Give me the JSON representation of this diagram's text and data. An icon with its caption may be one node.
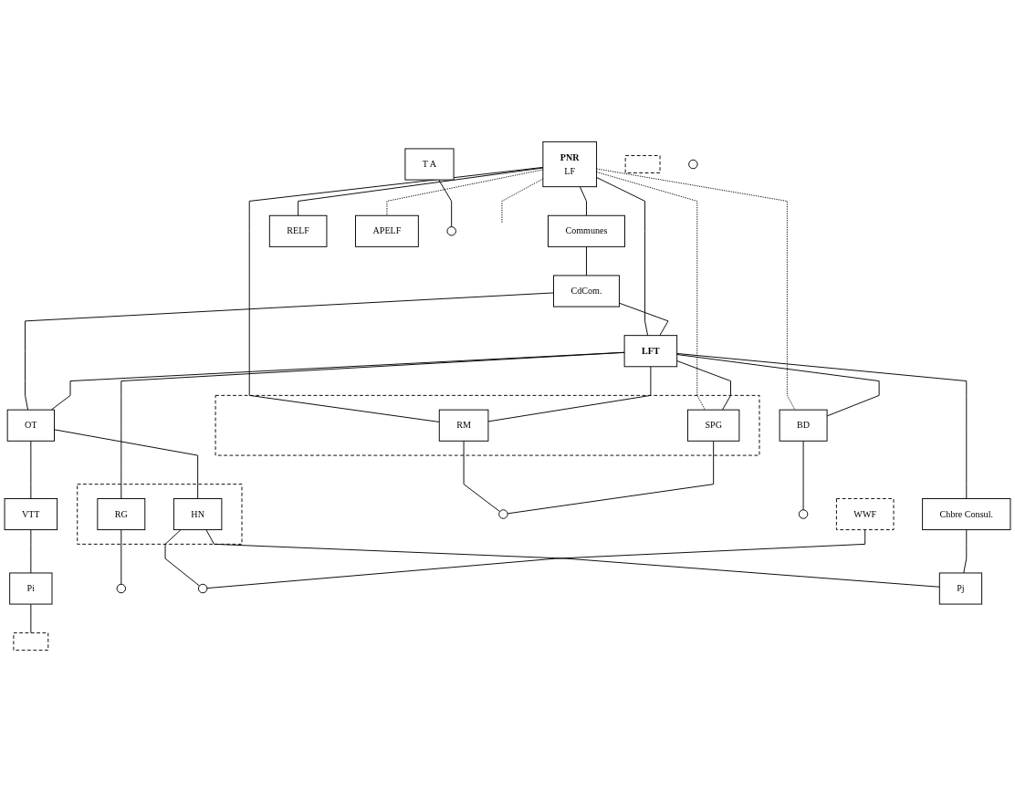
{
  "diagram": {
    "nodes": [
      {
        "text": [
          "PNR",
          "LF"
        ]
      },
      {
        "text": [
          "Communes"
        ]
      },
      {
        "text": [
          "CdCom."
        ]
      },
      {
        "text": [
          "RELF"
        ]
      },
      {
        "text": [
          "LFT"
        ]
      },
      {
        "text": [],
        "shape": "box"
      },
      {
        "text": [
          "RM"
        ],
        "in": 5
      },
      {
        "text": [
          "SPG"
        ],
        "in": 5
      },
      {
        "text": [
          "OT"
        ]
      },
      {
        "text": [
          "APELF"
        ]
      },
      {
        "text": [
          "T A"
        ]
      },
      {
        "text": [
          "BD"
        ]
      },
      {
        "text": [
          "VTT"
        ]
      },
      {
        "text": [],
        "shape": "box"
      },
      {
        "text": [
          "RG"
        ],
        "in": 13
      },
      {
        "text": [
          "HN"
        ],
        "in": 13
      },
      {
        "text": [
          "Chbre Consul."
        ]
      },
      {
        "text": [],
        "shape": "circle"
      },
      {
        "text": [],
        "shape": "circle"
      },
      {
        "text": [],
        "shape": "circle"
      },
      {
        "text": [
          "Pi"
        ]
      },
      {
        "text": [],
        "shape": "box"
      },
      {
        "text": [],
        "shape": "box"
      },
      {
        "text": [
          "WWF"
        ]
      },
      {
        "text": [],
        "shape": "circle"
      },
      {
        "text": [],
        "shape": "circle"
      },
      {
        "text": [],
        "shape": "circle"
      },
      {
        "text": [
          "Pj"
        ]
      }
    ],
    "edges": [
      {
        "from": 0,
        "to": 1,
        "arrow": "none"
      },
      {
        "from": 1,
        "to": 2,
        "arrow": "none"
      },
      {
        "from": 0,
        "to": 3,
        "arrow": "none"
      },
      {
        "from": 0,
        "to": 4,
        "arrow": "none"
      },
      {
        "from": 0,
        "to": 6,
        "arrow": "none"
      },
      {
        "from": 0,
        "to": 7,
        "arrow": "none",
        "style": "dashed"
      },
      {
        "from": 0,
        "to": 9,
        "arrow": "none",
        "style": "dashed"
      },
      {
        "from": 0,
        "to": 11,
        "arrow": "none",
        "style": "dashed"
      },
      {
        "from": 0,
        "to": null,
        "arrow": "none",
        "style": "dashed"
      },
      {
        "from": 2,
        "to": 4,
        "arrow": "none"
      },
      {
        "from": 2,
        "to": 8,
        "arrow": "none"
      },
      {
        "from": 4,
        "to": 6,
        "arrow": "none"
      },
      {
        "from": 4,
        "to": 7,
        "arrow": "none"
      },
      {
        "from": 4,
        "to": 11,
        "arrow": "none"
      },
      {
        "from": 4,
        "to": 14,
        "arrow": "none"
      },
      {
        "from": 4,
        "to": 8,
        "arrow": "none"
      },
      {
        "from": 4,
        "to": 16,
        "arrow": "none"
      },
      {
        "from": 8,
        "to": 12,
        "arrow": "none"
      },
      {
        "from": 8,
        "to": 15,
        "arrow": "none"
      },
      {
        "from": 6,
        "to": 17,
        "arrow": "none"
      },
      {
        "from": 7,
        "to": 17,
        "arrow": "none"
      },
      {
        "from": 10,
        "to": 18,
        "arrow": "none"
      },
      {
        "from": 11,
        "to": 19,
        "arrow": "none"
      },
      {
        "from": 12,
        "to": 20,
        "arrow": "none"
      },
      {
        "from": 20,
        "to": 22,
        "arrow": "none"
      },
      {
        "from": 14,
        "to": 24,
        "arrow": "none"
      },
      {
        "from": 15,
        "to": 25,
        "arrow": "none"
      },
      {
        "from": 15,
        "to": 27,
        "arrow": "none"
      },
      {
        "from": 16,
        "to": 27,
        "arrow": "none"
      },
      {
        "from": 23,
        "to": 25,
        "arrow": "none"
      }
    ]
  }
}
